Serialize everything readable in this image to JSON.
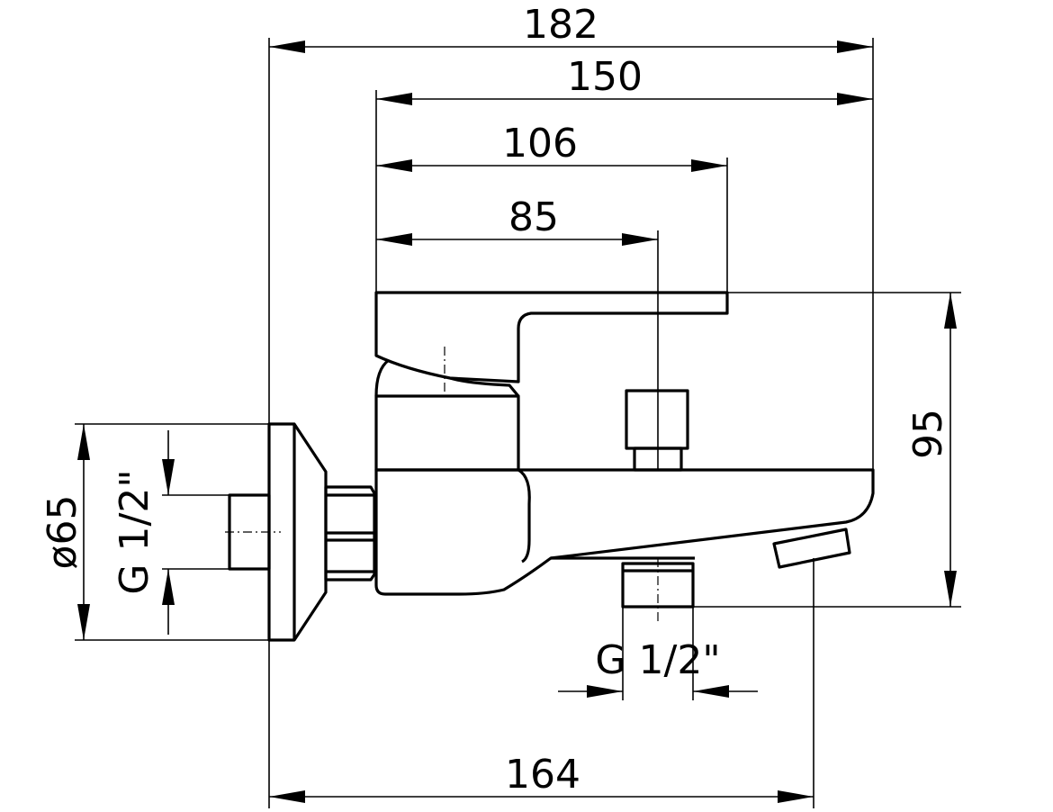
{
  "dimensions": {
    "overall_width": "182",
    "handle_to_spout_tip": "150",
    "handle_length": "106",
    "handle_to_diverter": "85",
    "height": "95",
    "escutcheon_diameter": "ø65",
    "inlet_thread": "G 1/2\"",
    "outlet_thread": "G 1/2\"",
    "wall_to_outlet": "164"
  }
}
